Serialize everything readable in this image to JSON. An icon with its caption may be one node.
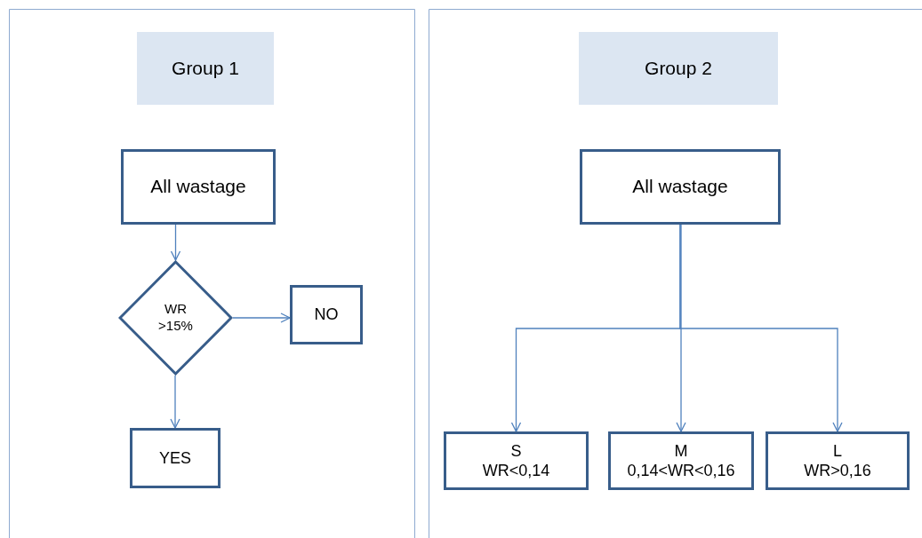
{
  "diagram": {
    "nodes": [
      {
        "text": [
          "Group 1"
        ]
      },
      {
        "text": [
          "All wastage"
        ]
      },
      {
        "text": [
          "WR >15%"
        ]
      },
      {
        "text": [
          "NO"
        ]
      },
      {
        "text": [
          "YES"
        ]
      },
      {
        "text": [
          "Group 2"
        ]
      },
      {
        "text": [
          "All wastage"
        ]
      },
      {
        "text": [
          "S",
          "WR<0,14"
        ]
      },
      {
        "text": [
          "M",
          "0,14<WR<0,16"
        ]
      },
      {
        "text": [
          "L",
          "WR>0,16"
        ]
      }
    ],
    "edges": [
      {
        "from": 1,
        "to": 2,
        "arrow": "to"
      },
      {
        "from": 2,
        "to": 3,
        "arrow": "to"
      },
      {
        "from": 2,
        "to": 4,
        "arrow": "to"
      },
      {
        "from": 6,
        "to": 7,
        "arrow": "to"
      },
      {
        "from": 6,
        "to": 8,
        "arrow": "to"
      },
      {
        "from": 6,
        "to": 9,
        "arrow": "to"
      }
    ]
  }
}
